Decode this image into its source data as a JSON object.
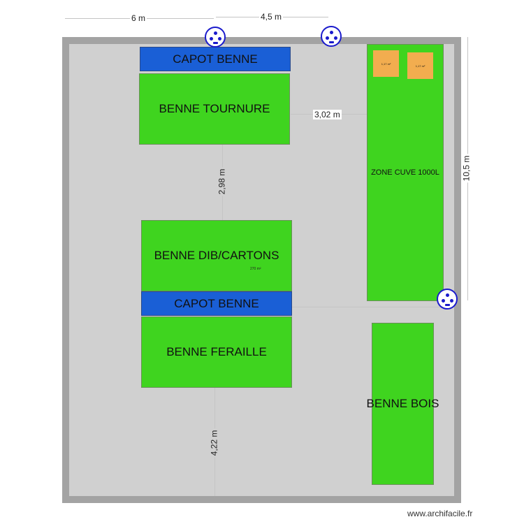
{
  "dimensions": {
    "top_left": "6 m",
    "top_right": "4,5 m",
    "right_height": "10,5 m",
    "gap_tournure_cuve": "3,02 m",
    "gap_tournure_dib": "2,98 m",
    "bottom_gap": "4,22 m"
  },
  "zones": {
    "capot_top": "CAPOT BENNE",
    "tournure": "BENNE TOURNURE",
    "cuve": "ZONE CUVE 1000L",
    "cuve_a": "1,17 m²",
    "cuve_b": "1,17 m²",
    "dib": "BENNE DIB/CARTONS",
    "area": "270 m²",
    "capot_mid": "CAPOT BENNE",
    "feraille": "BENNE FERAILLE",
    "bois": "BENNE BOIS"
  },
  "watermark": "www.archifacile.fr",
  "colors": {
    "green": "#3fd41f",
    "blue": "#1a5fd6",
    "orange": "#f2ad4f",
    "wall": "#a3a3a3",
    "floor": "#d0d0d0"
  }
}
